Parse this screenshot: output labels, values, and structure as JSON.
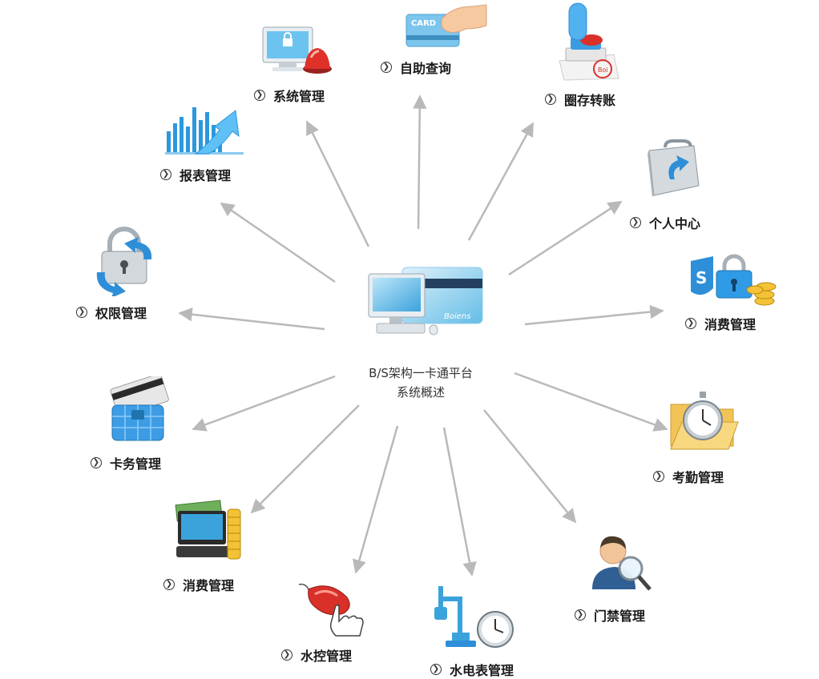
{
  "center": {
    "line1": "B/S架构一卡通平台",
    "line2": "系统概述",
    "card_brand": "Boiens"
  },
  "modules": {
    "system": "系统管理",
    "selfquery": "自助查询",
    "transfer": "圈存转账",
    "report": "报表管理",
    "personal": "个人中心",
    "permission": "权限管理",
    "consume_right": "消费管理",
    "card": "卡务管理",
    "attendance": "考勤管理",
    "consume_left": "消费管理",
    "watercontrol": "水控管理",
    "meter": "水电表管理",
    "access": "门禁管理"
  },
  "icon_texts": {
    "card_label": "CARD",
    "stamp_label": "Boi",
    "shield_letter": "S"
  },
  "colors": {
    "arrow": "#b9b9b9",
    "accent_blue": "#2e8fd8"
  }
}
